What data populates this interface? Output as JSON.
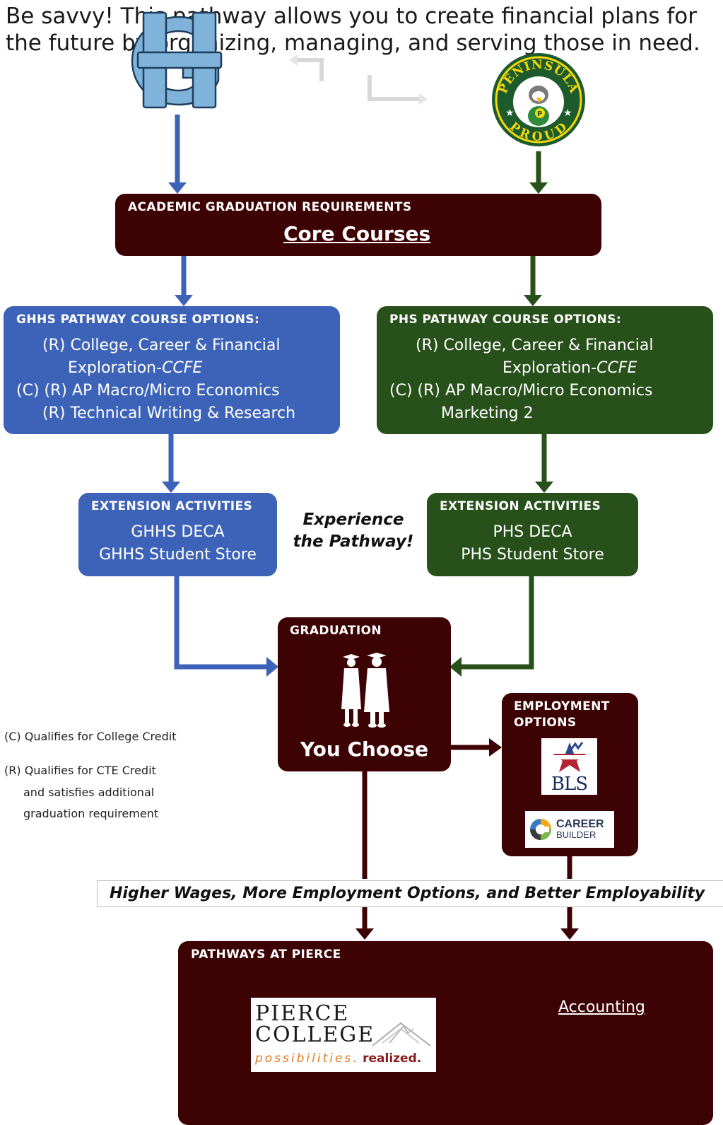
{
  "intro": {
    "line1": "Be savvy! This pathway allows you to create financial plans for",
    "line2": "the future by organizing, managing, and serving those in need."
  },
  "logos": {
    "peninsula_top": "PENINSULA",
    "peninsula_bottom": "PROUD",
    "bls": "BLS",
    "career_builder_1": "CAREER",
    "career_builder_2": "BUILDER",
    "pierce_1": "PIERCE",
    "pierce_2": "COLLEGE",
    "pierce_tag_1": "possibilities.",
    "pierce_tag_2": "realized."
  },
  "core": {
    "title": "ACADEMIC GRADUATION REQUIREMENTS",
    "link": "Core Courses"
  },
  "ghhs_courses": {
    "title": "GHHS PATHWAY COURSE OPTIONS:",
    "line1": "(R) College, Career & Financial",
    "line2": "Exploration-",
    "line2_em": "CCFE",
    "line3": "(C) (R) AP Macro/Micro Economics",
    "line4": "(R) Technical Writing & Research"
  },
  "phs_courses": {
    "title": "PHS PATHWAY COURSE OPTIONS:",
    "line1": "(R) College, Career & Financial",
    "line2": "Exploration-",
    "line2_em": "CCFE",
    "line3": "(C) (R) AP Macro/Micro Economics",
    "line4": "Marketing 2"
  },
  "ghhs_ext": {
    "title": "EXTENSION ACTIVITIES",
    "line1": "GHHS DECA",
    "line2": "GHHS Student Store"
  },
  "phs_ext": {
    "title": "EXTENSION ACTIVITIES",
    "line1": "PHS DECA",
    "line2": "PHS Student Store"
  },
  "experience": {
    "line1": "Experience",
    "line2": "the Pathway!"
  },
  "graduation": {
    "title": "GRADUATION",
    "label": "You Choose"
  },
  "employment": {
    "title_1": "EMPLOYMENT",
    "title_2": "OPTIONS"
  },
  "legend": {
    "c": "(C) Qualifies for College Credit",
    "r1": "(R) Qualifies for CTE Credit",
    "r2": "and satisfies additional",
    "r3": "graduation requirement"
  },
  "banner": "Higher Wages, More Employment Options, and Better Employability",
  "pierce": {
    "title": "PATHWAYS AT PIERCE",
    "link": "Accounting"
  },
  "colors": {
    "maroon": "#3d0203",
    "blue": "#3d63b8",
    "green": "#27501a",
    "ghhs_logo": "#7fb3d9"
  }
}
